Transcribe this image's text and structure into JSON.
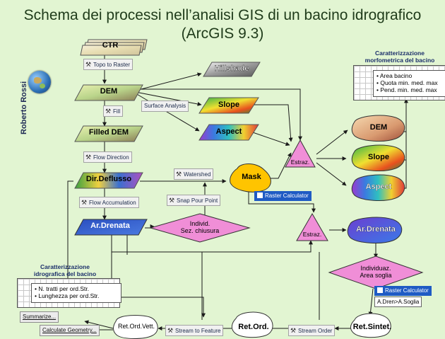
{
  "title": {
    "line1": "Schema dei processi nell’analisi GIS di un bacino idrografico",
    "line2": "(ArcGIS 9.3)"
  },
  "author": "Roberto Rossi",
  "layers": {
    "ctr": "CTR",
    "dem": "DEM",
    "filled_dem": "Filled DEM",
    "dir_deflusso": "Dir.Deflusso",
    "ar_drenata": "Ar.Drenata",
    "hillshade": "Hillshade",
    "slope": "Slope",
    "aspect": "Aspect"
  },
  "tools": {
    "topo_to_raster": "Topo to Raster",
    "fill": "Fill",
    "flow_direction": "Flow Direction",
    "flow_accumulation": "Flow Accumulation",
    "surface_analysis": "Surface Analysis",
    "watershed": "Watershed",
    "snap_pour_point": "Snap Pour Point",
    "stream_to_feature": "Stream to Feature",
    "stream_order": "Stream Order"
  },
  "mask": "Mask",
  "raster_calculator": "Raster Calculator",
  "raster_calculator_formula": "A.Dren>A.Soglia",
  "decisions": {
    "individ_sez": [
      "Individ.",
      "Sez. chiusura"
    ],
    "individuaz_area": [
      "Individuaz.",
      "Area soglia"
    ]
  },
  "estraz": "Estraz.",
  "clipped": {
    "dem": "DEM",
    "slope": "Slope",
    "aspect": "Aspect",
    "ar_drenata": "Ar.Drenata"
  },
  "outputs": {
    "ret_ord_vett": "Ret.Ord.Vett.",
    "ret_ord": "Ret.Ord.",
    "ret_sintet": "Ret.Sintet."
  },
  "buttons": {
    "summarize": "Summarize...",
    "calculate_geometry": "Calculate Geometry..."
  },
  "morfometrica": {
    "title_line1": "Caratterizzazione",
    "title_line2": "morfometrica del bacino",
    "items": [
      "• Area bacino",
      "• Quota min. med. max",
      "• Pend. min. med. max"
    ]
  },
  "idrografica": {
    "title_line1": "Caratterizzazione",
    "title_line2": "idrografica del bacino",
    "items": [
      "• N. tratti per ord.Str.",
      "• Lunghezza per ord.Str."
    ]
  },
  "colors": {
    "background": "#e2f5d2",
    "decision": "#f08ed7",
    "mask": "#ffc400",
    "window_caption": "#1f5bc4"
  }
}
